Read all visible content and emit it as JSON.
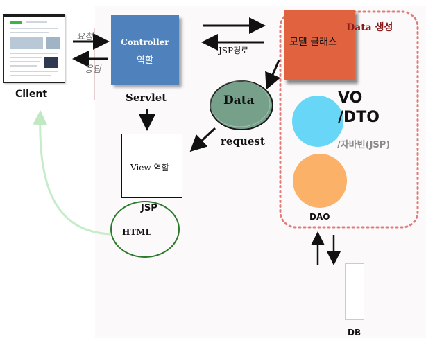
{
  "client": {
    "label": "Client"
  },
  "controller": {
    "line1": "Controller",
    "line2": "역할"
  },
  "servlet": {
    "label": "Servlet"
  },
  "model": {
    "label": "모델 클래스"
  },
  "data_node": {
    "label": "Data"
  },
  "request": {
    "label": "request"
  },
  "view": {
    "label": "View 역할"
  },
  "jsp": {
    "label": "JSP"
  },
  "html": {
    "label": "HTML"
  },
  "arrows": {
    "request_label": "요청",
    "response_label": "응답",
    "jsp_path_label": "JSP경로"
  },
  "data_generation": {
    "label": "Data 생성"
  },
  "vo": {
    "line1": "VO",
    "line2": "/DTO",
    "javabean": "/자바빈(JSP)"
  },
  "dao": {
    "label": "DAO"
  },
  "db": {
    "label": "DB"
  },
  "colors": {
    "controller": "#4f81bd",
    "model": "#e0623f",
    "data_ellipse": "#76a08a",
    "vo_circle": "#67d6f7",
    "dao_circle": "#fbb168",
    "dashed_border": "#e07c7c",
    "green_arrow": "#c6ecc9",
    "db_border": "#f3c48a"
  }
}
